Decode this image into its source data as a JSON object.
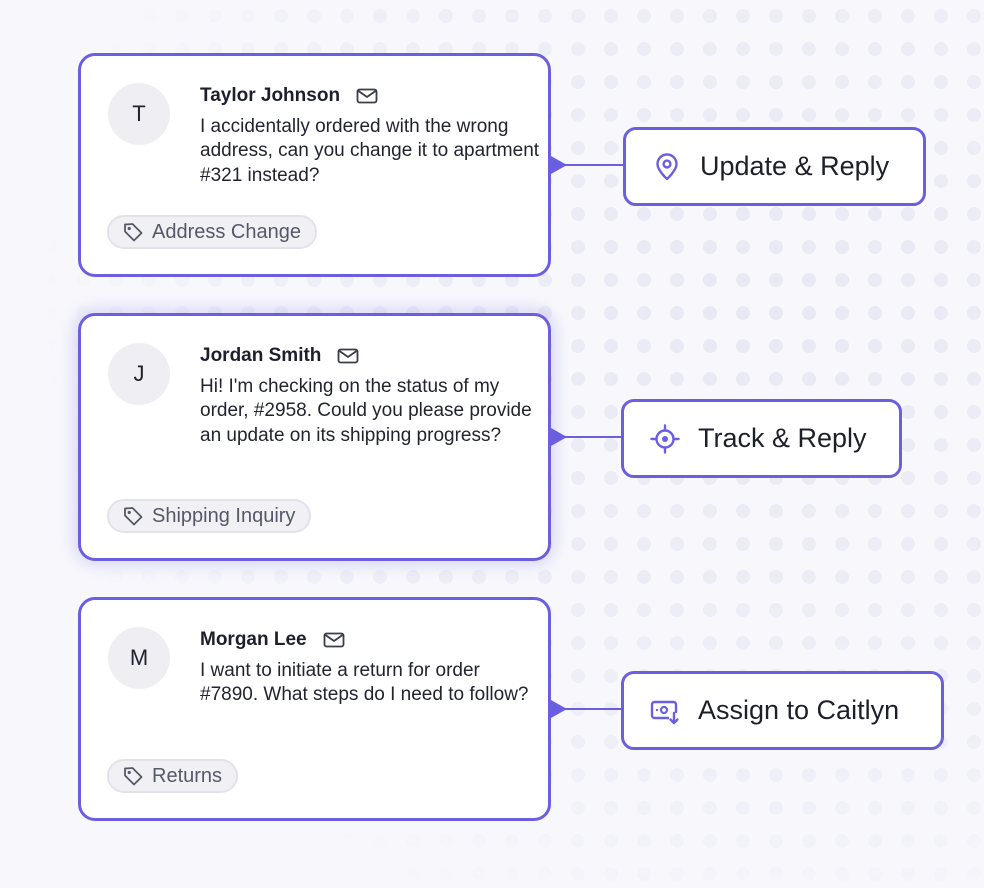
{
  "theme": {
    "accent": "#6b5fe0",
    "background": "#f8f8fc",
    "tag_background": "#f1f1f5"
  },
  "tickets": [
    {
      "avatar_initial": "T",
      "sender": "Taylor Johnson",
      "sender_icon": "mail-icon",
      "message": "I accidentally ordered with the wrong address, can you change it to apartment #321 instead?",
      "tag_icon": "tag-icon",
      "tag": "Address Change",
      "action": {
        "icon": "location-pin-icon",
        "label": "Update & Reply"
      }
    },
    {
      "avatar_initial": "J",
      "sender": "Jordan Smith",
      "sender_icon": "mail-icon",
      "message": "Hi! I'm checking on the status of my order, #2958. Could you please provide an update on its shipping progress?",
      "tag_icon": "tag-icon",
      "tag": "Shipping Inquiry",
      "action": {
        "icon": "crosshair-icon",
        "label": "Track & Reply"
      }
    },
    {
      "avatar_initial": "M",
      "sender": "Morgan Lee",
      "sender_icon": "mail-icon",
      "message": "I want to initiate a return for order #7890. What steps do I need to follow?",
      "tag_icon": "tag-icon",
      "tag": "Returns",
      "action": {
        "icon": "assign-user-icon",
        "label": "Assign to Caitlyn"
      }
    }
  ]
}
